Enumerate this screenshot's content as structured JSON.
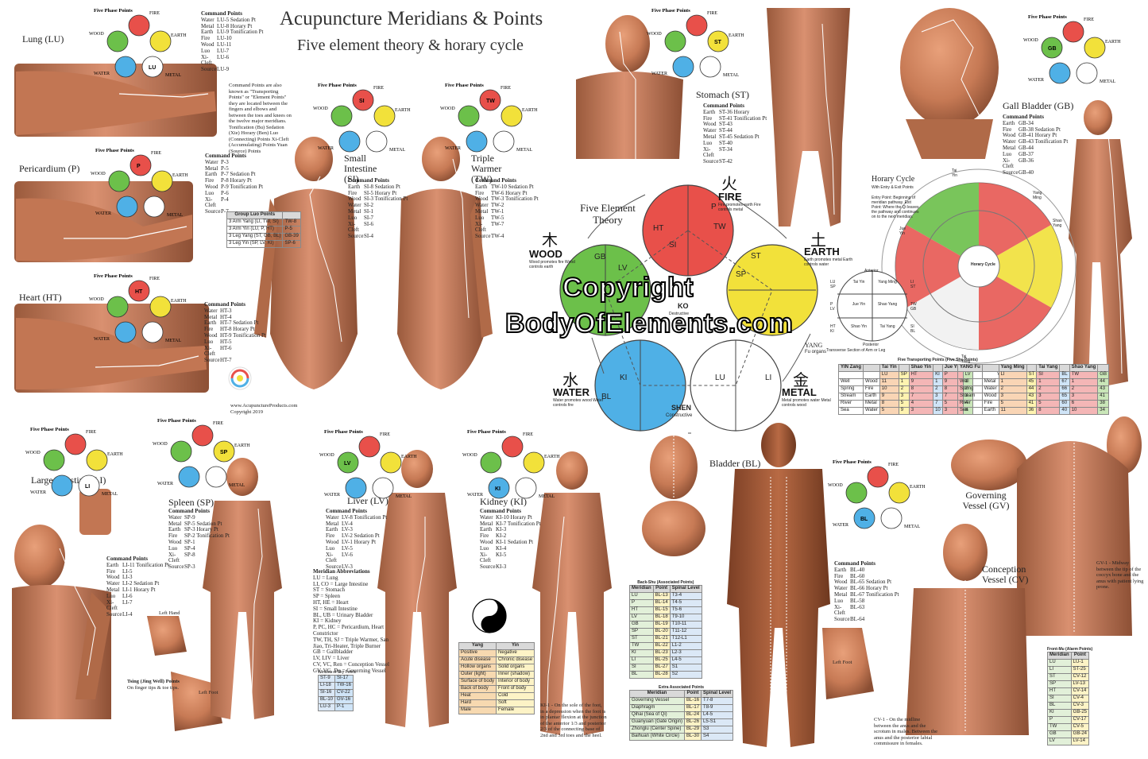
{
  "header": {
    "title": "Acupuncture Meridians & Points",
    "subtitle": "Five element theory & horary cycle",
    "site": "www.AcupunctureProducts.com",
    "copyright": "Copyright 2019"
  },
  "watermark": {
    "line1": "Copyright",
    "line2": "BodyOfElements.com"
  },
  "phase_diagram": {
    "title": "Five Phase Points",
    "fire": "FIRE",
    "earth": "EARTH",
    "metal": "METAL",
    "water": "WATER",
    "wood": "WOOD",
    "colors": {
      "fire": "#e8504a",
      "earth": "#f2e13a",
      "metal": "#ffffff",
      "water": "#4fb0e6",
      "wood": "#6cc04a"
    }
  },
  "meridians": {
    "lu": {
      "label": "Lung (LU)",
      "cp_title": "Command Points",
      "rows": [
        [
          "Water",
          "LU-5 Sedation Pt"
        ],
        [
          "Metal",
          "LU-8 Horary Pt"
        ],
        [
          "Earth",
          "LU-9 Tonification Pt"
        ],
        [
          "Fire",
          "LU-10"
        ],
        [
          "Wood",
          "LU-11"
        ],
        [
          "Luo",
          "LU-7"
        ],
        [
          "Xi-Cleft",
          "LU-6"
        ],
        [
          "Source",
          "LU-9"
        ]
      ]
    },
    "p": {
      "label": "Pericardium (P)",
      "cp_title": "Command Points",
      "rows": [
        [
          "Water",
          "P-3"
        ],
        [
          "Metal",
          "P-5"
        ],
        [
          "Earth",
          "P-7 Sedation Pt"
        ],
        [
          "Fire",
          "P-8 Horary Pt"
        ],
        [
          "Wood",
          "P-9 Tonification Pt"
        ],
        [
          "Luo",
          "P-6"
        ],
        [
          "Xi-Cleft",
          "P-4"
        ],
        [
          "Source",
          "P-7"
        ]
      ]
    },
    "ht": {
      "label": "Heart (HT)",
      "cp_title": "Command Points",
      "rows": [
        [
          "Water",
          "HT-3"
        ],
        [
          "Metal",
          "HT-4"
        ],
        [
          "Earth",
          "HT-7 Sedation Pt"
        ],
        [
          "Fire",
          "HT-8 Horary Pt"
        ],
        [
          "Wood",
          "HT-9 Tonification Pt"
        ],
        [
          "Luo",
          "HT-5"
        ],
        [
          "Xi-Cleft",
          "HT-6"
        ],
        [
          "Source",
          "HT-7"
        ]
      ]
    },
    "si": {
      "label": "Small Intestine (SI)",
      "cp_title": "Command Points",
      "rows": [
        [
          "Earth",
          "SI-8 Sedation Pt"
        ],
        [
          "Fire",
          "SI-5 Horary Pt"
        ],
        [
          "Wood",
          "SI-3 Tonification Pt"
        ],
        [
          "Water",
          "SI-2"
        ],
        [
          "Metal",
          "SI-1"
        ],
        [
          "Luo",
          "SI-7"
        ],
        [
          "Xi-Cleft",
          "SI-6"
        ],
        [
          "Source",
          "SI-4"
        ]
      ]
    },
    "tw": {
      "label": "Triple Warmer (TW)",
      "cp_title": "Command Points",
      "rows": [
        [
          "Earth",
          "TW-10 Sedation Pt"
        ],
        [
          "Fire",
          "TW-6 Horary Pt"
        ],
        [
          "Wood",
          "TW-3 Tonification Pt"
        ],
        [
          "Water",
          "TW-2"
        ],
        [
          "Metal",
          "TW-1"
        ],
        [
          "Luo",
          "TW-5"
        ],
        [
          "Xi-Cleft",
          "TW-7"
        ],
        [
          "Source",
          "TW-4"
        ]
      ]
    },
    "st": {
      "label": "Stomach (ST)",
      "cp_title": "Command Points",
      "rows": [
        [
          "Earth",
          "ST-36 Horary"
        ],
        [
          "Fire",
          "ST-41 Tonification Pt"
        ],
        [
          "Wood",
          "ST-43"
        ],
        [
          "Water",
          "ST-44"
        ],
        [
          "Metal",
          "ST-45 Sedation Pt"
        ],
        [
          "Luo",
          "ST-40"
        ],
        [
          "Xi-Cleft",
          "ST-34"
        ],
        [
          "Source",
          "ST-42"
        ]
      ]
    },
    "gb": {
      "label": "Gall Bladder (GB)",
      "cp_title": "Command Points",
      "rows": [
        [
          "Earth",
          "GB-34"
        ],
        [
          "Fire",
          "GB-38 Sedation Pt"
        ],
        [
          "Wood",
          "GB-41 Horary Pt"
        ],
        [
          "Water",
          "GB-43 Tonification Pt"
        ],
        [
          "Metal",
          "GB-44"
        ],
        [
          "Luo",
          "GB-37"
        ],
        [
          "Xi-Cleft",
          "GB-36"
        ],
        [
          "Source",
          "GB-40"
        ]
      ]
    },
    "li": {
      "label": "Large Intestine (LI)",
      "cp_title": "Command Points",
      "rows": [
        [
          "Earth",
          "LI-11 Tonification Pt"
        ],
        [
          "Fire",
          "LI-5"
        ],
        [
          "Wood",
          "LI-3"
        ],
        [
          "Water",
          "LI-2 Sedation Pt"
        ],
        [
          "Metal",
          "LI-1 Horary Pt"
        ],
        [
          "Luo",
          "LI-6"
        ],
        [
          "Xi-Cleft",
          "LI-7"
        ],
        [
          "Source",
          "LI-4"
        ]
      ]
    },
    "sp": {
      "label": "Spleen (SP)",
      "cp_title": "Command Points",
      "rows": [
        [
          "Water",
          "SP-9"
        ],
        [
          "Metal",
          "SP-5 Sedation Pt"
        ],
        [
          "Earth",
          "SP-3 Horary Pt"
        ],
        [
          "Fire",
          "SP-2 Tonification Pt"
        ],
        [
          "Wood",
          "SP-1"
        ],
        [
          "Luo",
          "SP-4"
        ],
        [
          "Xi-Cleft",
          "SP-8"
        ],
        [
          "Source",
          "SP-3"
        ]
      ]
    },
    "lv": {
      "label": "Liver (LV)",
      "cp_title": "Command Points",
      "rows": [
        [
          "Water",
          "LV-8 Tonification Pt"
        ],
        [
          "Metal",
          "LV-4"
        ],
        [
          "Earth",
          "LV-3"
        ],
        [
          "Fire",
          "LV-2 Sedation Pt"
        ],
        [
          "Wood",
          "LV-1 Horary Pt"
        ],
        [
          "Luo",
          "LV-5"
        ],
        [
          "Xi-Cleft",
          "LV-6"
        ],
        [
          "Source",
          "LV-3"
        ]
      ]
    },
    "ki": {
      "label": "Kidney (KI)",
      "cp_title": "Command Points",
      "rows": [
        [
          "Water",
          "KI-10 Horary Pt"
        ],
        [
          "Metal",
          "KI-7 Tonification Pt"
        ],
        [
          "Earth",
          "KI-3"
        ],
        [
          "Fire",
          "KI-2"
        ],
        [
          "Wood",
          "KI-1 Sedation Pt"
        ],
        [
          "Luo",
          "KI-4"
        ],
        [
          "Xi-Cleft",
          "KI-5"
        ],
        [
          "Source",
          "KI-3"
        ]
      ]
    },
    "bl": {
      "label": "Bladder (BL)",
      "cp_title": "Command Points",
      "rows": [
        [
          "Earth",
          "BL-40"
        ],
        [
          "Fire",
          "BL-60"
        ],
        [
          "Wood",
          "BL-65 Sedation Pt"
        ],
        [
          "Water",
          "BL-66 Horary Pt"
        ],
        [
          "Metal",
          "BL-67 Tonification Pt"
        ],
        [
          "Luo",
          "BL-58"
        ],
        [
          "Xi-Cleft",
          "BL-63"
        ],
        [
          "Source",
          "BL-64"
        ]
      ]
    },
    "gv": {
      "label": "Governing Vessel (GV)"
    },
    "cv": {
      "label": "Conception Vessel (CV)"
    }
  },
  "command_note": {
    "text": "Command Points are also known as \"Transporting Points\" or \"Element Points\" they are located between the fingers and elbows and between the toes and knees on the twelve major meridians. Tonification (Bu) Sedation (Xie) Horary (Ben) Luo (Connecting) Points Xi-Cleft (Accumulating) Points Yuan (Source) Points"
  },
  "group_luo": {
    "title": "Group Luo Points",
    "rows": [
      [
        "3 Arm Yang (LI, TW, SI)",
        "TW-8"
      ],
      [
        "3 Arm Yin (LU, P, HT)",
        "P-5"
      ],
      [
        "3 Leg Yang (ST, GB, BL)",
        "GB-39"
      ],
      [
        "3 Leg Yin (SP, LV, KI)",
        "SP-6"
      ]
    ]
  },
  "five_element": {
    "title": "Five Element Theory",
    "fire": "FIRE",
    "earth": "EARTH",
    "metal": "METAL",
    "water": "WATER",
    "wood": "WOOD",
    "fire_note": "Fire promotes earth Fire controls metal",
    "earth_note": "Earth promotes metal Earth controls water",
    "metal_note": "Metal promotes water Metal controls wood",
    "water_note": "Water promotes wood Water controls fire",
    "wood_note": "Wood promotes fire Wood controls earth",
    "ko": "KO",
    "ko_sub": "Destructive",
    "shen": "SHEN",
    "shen_sub": "Constructive",
    "yang": "YANG",
    "yang_sub": "Fu organs",
    "organs": [
      "HT",
      "SI",
      "P",
      "TW",
      "SP",
      "ST",
      "LU",
      "LI",
      "KI",
      "BL",
      "LV",
      "GB"
    ]
  },
  "horary": {
    "title": "Horary Cycle",
    "subtitle": "With Entry & Exit Points",
    "entry_note": "Entry Point: Beginning of meridian pathway. Exit Point: Where the Qi leaves the pathway and continues on to the next meridian.",
    "center": "Horary Cycle",
    "ring_labels": [
      "Jue Yin",
      "Tai Yin",
      "Yang Ming",
      "Tai Yang",
      "Shao Yin",
      "Shao Yang"
    ]
  },
  "cross_section": {
    "title_top": "Anterior",
    "title_bottom": "Posterior",
    "caption": "Transverse Section of Arm or Leg",
    "cells": [
      "Tai Yin",
      "Yang Ming",
      "Jue Yin",
      "Shao Yang",
      "Shao Yin",
      "Tai Yang"
    ],
    "side_left": [
      "LU SP",
      "P LV",
      "HT KI"
    ],
    "side_right": [
      "LI ST",
      "TW GB",
      "SI BL"
    ],
    "medial": "Medial",
    "lateral": "Lateral"
  },
  "five_transport": {
    "title": "Five Transporting Points (Five Shu Points)",
    "yin_head": [
      "YIN Zang",
      "",
      "Tai Yin",
      "",
      "Shao Yin",
      "",
      "Jue Yin",
      ""
    ],
    "yin_sub": [
      "",
      "",
      "LU",
      "SP",
      "HT",
      "KI",
      "P",
      "LV"
    ],
    "yin_rows": [
      [
        "Well",
        "Wood",
        "11",
        "1",
        "9",
        "1",
        "9",
        "1"
      ],
      [
        "Spring",
        "Fire",
        "10",
        "2",
        "8",
        "2",
        "8",
        "2"
      ],
      [
        "Stream",
        "Earth",
        "9",
        "3",
        "7",
        "3",
        "7",
        "3"
      ],
      [
        "River",
        "Metal",
        "8",
        "5",
        "4",
        "7",
        "5",
        "4"
      ],
      [
        "Sea",
        "Water",
        "5",
        "9",
        "3",
        "10",
        "3",
        "8"
      ]
    ],
    "yang_head": [
      "YANG Fu",
      "",
      "Yang Ming",
      "",
      "Tai Yang",
      "",
      "Shao Yang",
      ""
    ],
    "yang_sub": [
      "",
      "",
      "LI",
      "ST",
      "SI",
      "BL",
      "TW",
      "GB"
    ],
    "yang_rows": [
      [
        "Well",
        "Metal",
        "1",
        "45",
        "1",
        "67",
        "1",
        "44"
      ],
      [
        "Spring",
        "Water",
        "2",
        "44",
        "2",
        "66",
        "2",
        "43"
      ],
      [
        "Stream",
        "Wood",
        "3",
        "43",
        "3",
        "65",
        "3",
        "41"
      ],
      [
        "River",
        "Fire",
        "5",
        "41",
        "5",
        "60",
        "6",
        "38"
      ],
      [
        "Sea",
        "Earth",
        "11",
        "36",
        "8",
        "40",
        "10",
        "34"
      ]
    ]
  },
  "abbreviations": {
    "title": "Meridian Abbreviations",
    "items": [
      "LU = Lung",
      "LI, CO = Large Intestine",
      "ST = Stomach",
      "SP = Spleen",
      "HT, HE = Heart",
      "SI = Small Intestine",
      "BL, UB = Urinary Bladder",
      "KI = Kidney",
      "P, PC, HC = Pericardium, Heart Constrictor",
      "TW, TH, SJ = Triple Warmer, San Jiao, Tri-Heater, Triple Burner",
      "GB = Gallbladder",
      "LV, LIV = Liver",
      "CV, VC, Ren = Conception Vessel",
      "GV, VG, Du = Governing Vessel"
    ]
  },
  "window_sky": {
    "title": "Window of Sky Points",
    "rows": [
      [
        "ST-9",
        "SI-17"
      ],
      [
        "LI-18",
        "TW-16"
      ],
      [
        "SI-16",
        "CV-22"
      ],
      [
        "BL-10",
        "GV-16"
      ],
      [
        "LU-3",
        "P-1"
      ]
    ]
  },
  "yin_yang": {
    "head": [
      "Yang",
      "Yin"
    ],
    "rows": [
      [
        "Positive",
        "Negative"
      ],
      [
        "Acute disease",
        "Chronic disease"
      ],
      [
        "Hollow organs",
        "Solid organs"
      ],
      [
        "Outer (light)",
        "Inner (shadow)"
      ],
      [
        "Surface of body",
        "Interior of body"
      ],
      [
        "Back of body",
        "Front of body"
      ],
      [
        "Heat",
        "Cold"
      ],
      [
        "Hard",
        "Soft"
      ],
      [
        "Male",
        "Female"
      ]
    ]
  },
  "back_shu": {
    "title": "Back-Shu (Associated Points)",
    "head": [
      "Meridian",
      "Point",
      "Spinal Level"
    ],
    "rows": [
      [
        "LU",
        "BL-13",
        "T3-4"
      ],
      [
        "P",
        "BL-14",
        "T4-5"
      ],
      [
        "HT",
        "BL-15",
        "T5-6"
      ],
      [
        "LV",
        "BL-18",
        "T9-10"
      ],
      [
        "GB",
        "BL-19",
        "T10-11"
      ],
      [
        "SP",
        "BL-20",
        "T11-12"
      ],
      [
        "ST",
        "BL-21",
        "T12-L1"
      ],
      [
        "TW",
        "BL-22",
        "L1-2"
      ],
      [
        "KI",
        "BL-23",
        "L2-3"
      ],
      [
        "LI",
        "BL-25",
        "L4-5"
      ],
      [
        "SI",
        "BL-27",
        "S1"
      ],
      [
        "BL",
        "BL-28",
        "S2"
      ]
    ]
  },
  "extra_assoc": {
    "title": "Extra Associated Points",
    "head": [
      "Meridian",
      "Point",
      "Spinal Level"
    ],
    "rows": [
      [
        "Governing Vessel",
        "BL-16",
        "T7-8"
      ],
      [
        "Diaphragm",
        "BL-17",
        "T8-9"
      ],
      [
        "Qihai (Sea of Qi)",
        "BL-24",
        "L4-5"
      ],
      [
        "Guanyuan (Gate Origin)",
        "BL-26",
        "L5-S1"
      ],
      [
        "Zhonglu (Center Spine)",
        "BL-29",
        "S3"
      ],
      [
        "Baihuan (White Circle)",
        "BL-30",
        "S4"
      ]
    ]
  },
  "front_mu": {
    "title": "Front-Mu (Alarm Points)",
    "head": [
      "Meridian",
      "Point"
    ],
    "rows": [
      [
        "LU",
        "LU-1"
      ],
      [
        "LI",
        "ST-25"
      ],
      [
        "ST",
        "CV-12"
      ],
      [
        "SP",
        "LV-13"
      ],
      [
        "HT",
        "CV-14"
      ],
      [
        "SI",
        "CV-4"
      ],
      [
        "BL",
        "CV-3"
      ],
      [
        "KI",
        "GB-25"
      ],
      [
        "P",
        "CV-17"
      ],
      [
        "TW",
        "CV-5"
      ],
      [
        "GB",
        "GB-24"
      ],
      [
        "LV",
        "LV-14"
      ]
    ]
  },
  "notes": {
    "ki1": "KI-1 - On the sole of the foot, in a depression when the foot is in plantar flexion at the junction of the anterior 1/3 and posterior 2/3 of the connecting base of 2nd and 3rd toes and the heel.",
    "cv1": "CV-1 - On the midline between the anus and the scrotum in males. Between the anus and the posterior labial commissure in females.",
    "gv1": "GV-1 - Midway between the tip of the coccyx bone and the anus with patient lying prone.",
    "tsing": "Tsing (Jing Well) Points",
    "tsing_sub": "On finger tips & toe tips.",
    "left_hand": "Left Hand",
    "left_foot": "Left Foot",
    "left_foot2": "Left Foot"
  }
}
